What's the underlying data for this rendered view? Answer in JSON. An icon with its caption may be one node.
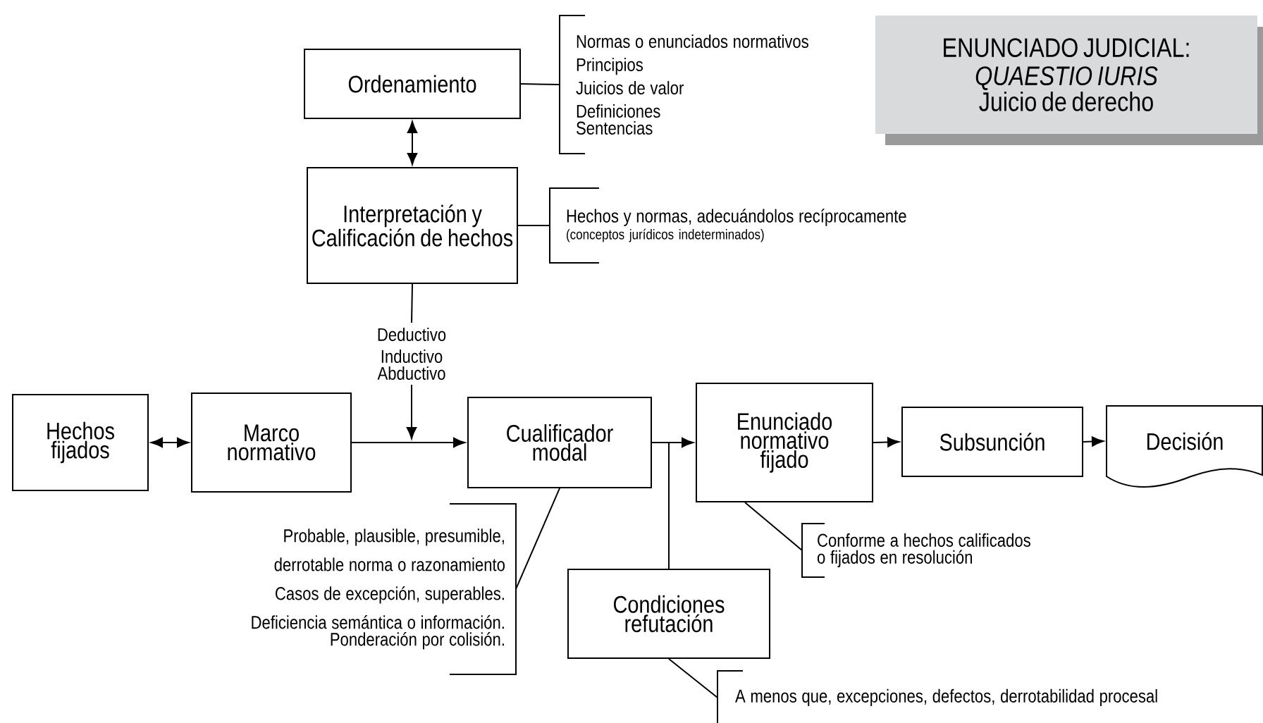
{
  "diagram": {
    "nodes": [
      {
        "text": [
          "Ordenamiento"
        ]
      },
      {
        "text": [
          "Interpretación y Calificación de hechos"
        ]
      },
      {
        "text": [
          "Hechos fijados"
        ]
      },
      {
        "text": [
          "Marco normativo"
        ]
      },
      {
        "text": [
          "Cualificador modal"
        ]
      },
      {
        "text": [
          "Enunciado normativo fijado"
        ]
      },
      {
        "text": [
          "Subsunción"
        ]
      },
      {
        "text": [
          "Decisión"
        ]
      },
      {
        "text": [
          "Condiciones refutación"
        ]
      },
      {
        "text": [
          "ENUNCIADO JUDICIAL:",
          "QUAESTIO IURIS",
          "Juicio de derecho"
        ]
      },
      {
        "text": [
          "Normas o enunciados normativos",
          "Principios",
          "Juicios de valor",
          "Definiciones",
          "Sentencias"
        ]
      },
      {
        "text": [
          "Hechos y normas, adecuándolos recíprocamente",
          "(conceptos jurídicos indeterminados)"
        ]
      },
      {
        "text": [
          "Deductivo",
          "Inductivo",
          "Abductivo"
        ]
      },
      {
        "text": [
          "Probable, plausible, presumible, derrotable norma o razonamiento",
          "Casos de excepción, superables.",
          "Deficiencia semántica o información.",
          "Ponderación por colisión."
        ]
      },
      {
        "text": [
          "Conforme a hechos calificados o fijados en resolución"
        ]
      },
      {
        "text": [
          "A menos que, excepciones, defectos, derrotabilidad procesal"
        ]
      }
    ],
    "edges": [
      {
        "from": 0,
        "to": 1,
        "arrow": "both"
      },
      {
        "from": 2,
        "to": 3,
        "arrow": "both"
      },
      {
        "from": 3,
        "to": 4,
        "arrow": "to"
      },
      {
        "from": 4,
        "to": 5,
        "arrow": "to"
      },
      {
        "from": 5,
        "to": 6,
        "arrow": "to"
      },
      {
        "from": 6,
        "to": 7,
        "arrow": "to"
      },
      {
        "from": 4,
        "to": 8,
        "arrow": "none"
      },
      {
        "from": 0,
        "to": 10,
        "arrow": "none"
      },
      {
        "from": 1,
        "to": 11,
        "arrow": "none"
      },
      {
        "from": 1,
        "to": 12,
        "arrow": "none"
      },
      {
        "from": 12,
        "to": null,
        "arrow": "to"
      },
      {
        "from": 4,
        "to": 13,
        "arrow": "none"
      },
      {
        "from": 5,
        "to": 14,
        "arrow": "none"
      },
      {
        "from": 8,
        "to": 15,
        "arrow": "none"
      }
    ]
  }
}
